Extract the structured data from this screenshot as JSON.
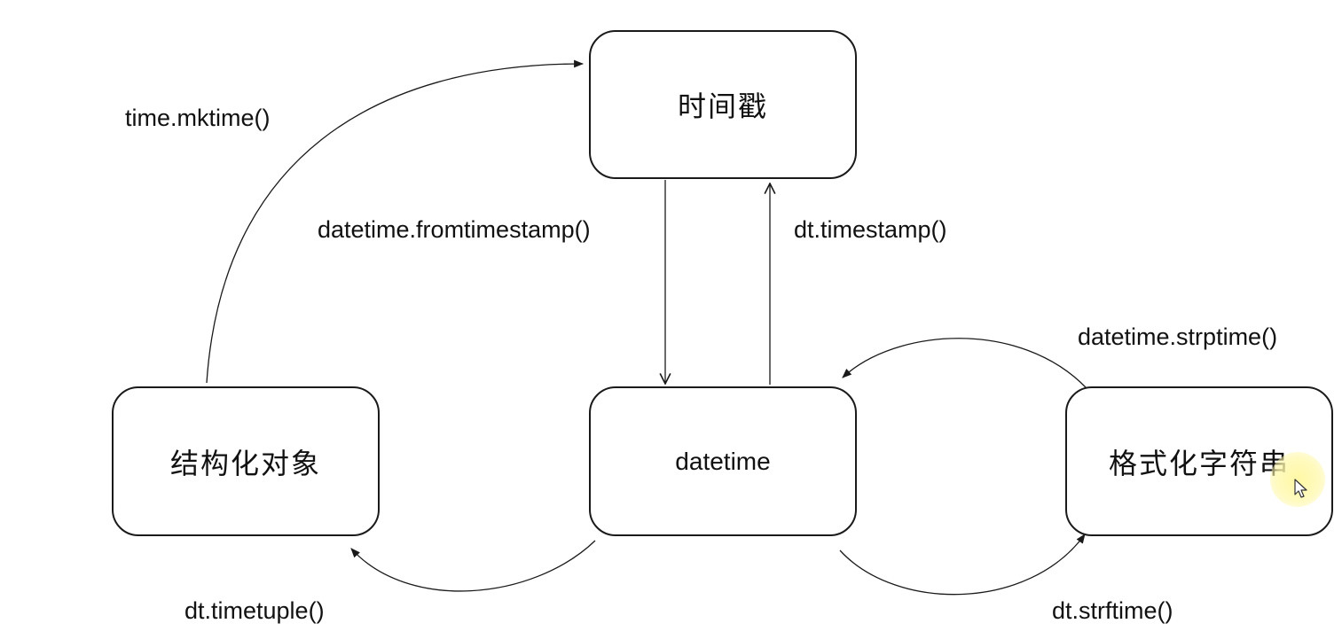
{
  "nodes": {
    "timestamp": "时间戳",
    "struct_time": "结构化对象",
    "datetime": "datetime",
    "formatted_string": "格式化字符串"
  },
  "edges": {
    "mktime": "time.mktime()",
    "fromtimestamp": "datetime.fromtimestamp()",
    "timestamp": "dt.timestamp()",
    "strptime": "datetime.strptime()",
    "timetuple": "dt.timetuple()",
    "strftime": "dt.strftime()"
  },
  "colors": {
    "stroke": "#1a1a1a",
    "cursor_highlight": "#fff6a0"
  },
  "icons": {
    "cursor": "mouse-pointer-icon"
  }
}
